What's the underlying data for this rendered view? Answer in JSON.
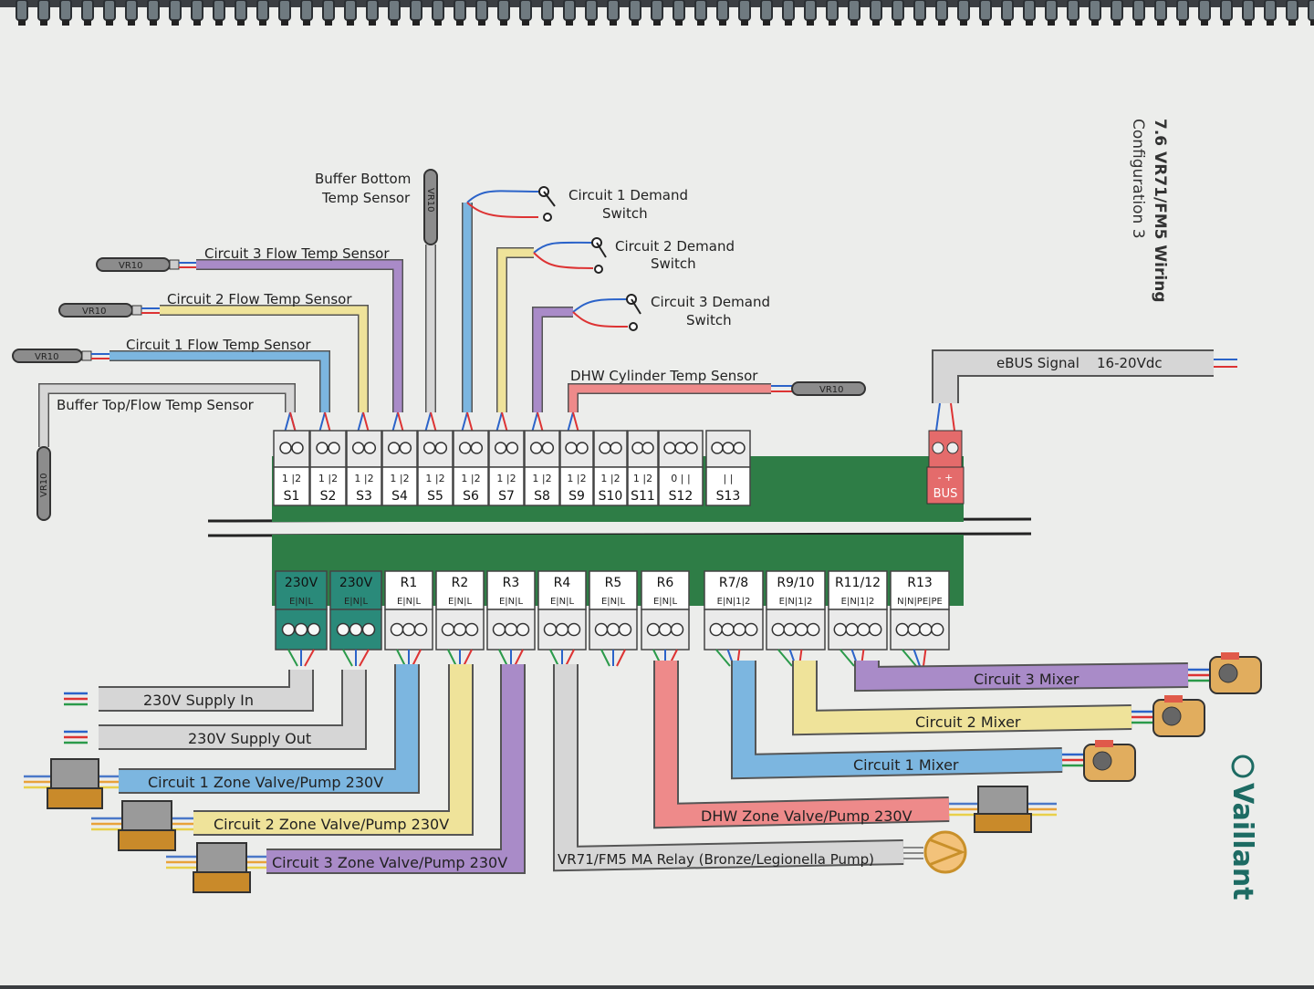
{
  "page": {
    "title": "7.6 VR71/FM5 Wiring",
    "subtitle": "Configuration 3",
    "brand": "Vaillant"
  },
  "sensor_tag": "VR10",
  "labels": {
    "buffer_bottom_1": "Buffer Bottom",
    "buffer_bottom_2": "Temp Sensor",
    "c1_demand_1": "Circuit 1 Demand",
    "c1_demand_2": "Switch",
    "c2_demand_1": "Circuit 2 Demand",
    "c2_demand_2": "Switch",
    "c3_demand_1": "Circuit 3 Demand",
    "c3_demand_2": "Switch",
    "c3_flow": "Circuit 3 Flow Temp Sensor",
    "c2_flow": "Circuit 2 Flow Temp Sensor",
    "c1_flow": "Circuit 1 Flow Temp Sensor",
    "buffer_top": "Buffer Top/Flow Temp Sensor",
    "dhw_cyl": "DHW Cylinder Temp Sensor",
    "ebus": "eBUS Signal",
    "ebus_voltage": "16-20Vdc",
    "supply_in": "230V Supply In",
    "supply_out": "230V Supply Out",
    "c1_zone": "Circuit 1 Zone Valve/Pump 230V",
    "c2_zone": "Circuit 2 Zone Valve/Pump 230V",
    "c3_zone": "Circuit 3 Zone Valve/Pump 230V",
    "ma_relay": "VR71/FM5 MA Relay (Bronze/Legionella Pump)",
    "dhw_zone": "DHW Zone Valve/Pump 230V",
    "c1_mixer": "Circuit 1 Mixer",
    "c2_mixer": "Circuit 2 Mixer",
    "c3_mixer": "Circuit 3 Mixer"
  },
  "sensor_terminals": [
    {
      "id": "S1",
      "pins": "1 |2"
    },
    {
      "id": "S2",
      "pins": "1 |2"
    },
    {
      "id": "S3",
      "pins": "1 |2"
    },
    {
      "id": "S4",
      "pins": "1 |2"
    },
    {
      "id": "S5",
      "pins": "1 |2"
    },
    {
      "id": "S6",
      "pins": "1 |2"
    },
    {
      "id": "S7",
      "pins": "1 |2"
    },
    {
      "id": "S8",
      "pins": "1 |2"
    },
    {
      "id": "S9",
      "pins": "1 |2"
    },
    {
      "id": "S10",
      "pins": "1 |2"
    },
    {
      "id": "S11",
      "pins": "1 |2"
    },
    {
      "id": "S12",
      "pins": "0 | |"
    },
    {
      "id": "S13",
      "pins": "| |"
    }
  ],
  "bus": {
    "id": "BUS",
    "pins": "- +"
  },
  "relay_terminals": [
    {
      "id": "230V",
      "pins": "E|N|L"
    },
    {
      "id": "230V",
      "pins": "E|N|L"
    },
    {
      "id": "R1",
      "pins": "E|N|L"
    },
    {
      "id": "R2",
      "pins": "E|N|L"
    },
    {
      "id": "R3",
      "pins": "E|N|L"
    },
    {
      "id": "R4",
      "pins": "E|N|L"
    },
    {
      "id": "R5",
      "pins": "E|N|L"
    },
    {
      "id": "R6",
      "pins": "E|N|L"
    },
    {
      "id": "R7/8",
      "pins": "E|N|1|2"
    },
    {
      "id": "R9/10",
      "pins": "E|N|1|2"
    },
    {
      "id": "R11/12",
      "pins": "E|N|1|2"
    },
    {
      "id": "R13",
      "pins": "N|N|PE|PE"
    }
  ],
  "colors": {
    "board": "#2e7d46",
    "supply_block": "#2a8a7a",
    "purple": "#a98bc8",
    "yellow": "#efe39a",
    "blue": "#7cb6e0",
    "red": "#ee8a8a",
    "grey": "#d3d3d3"
  }
}
